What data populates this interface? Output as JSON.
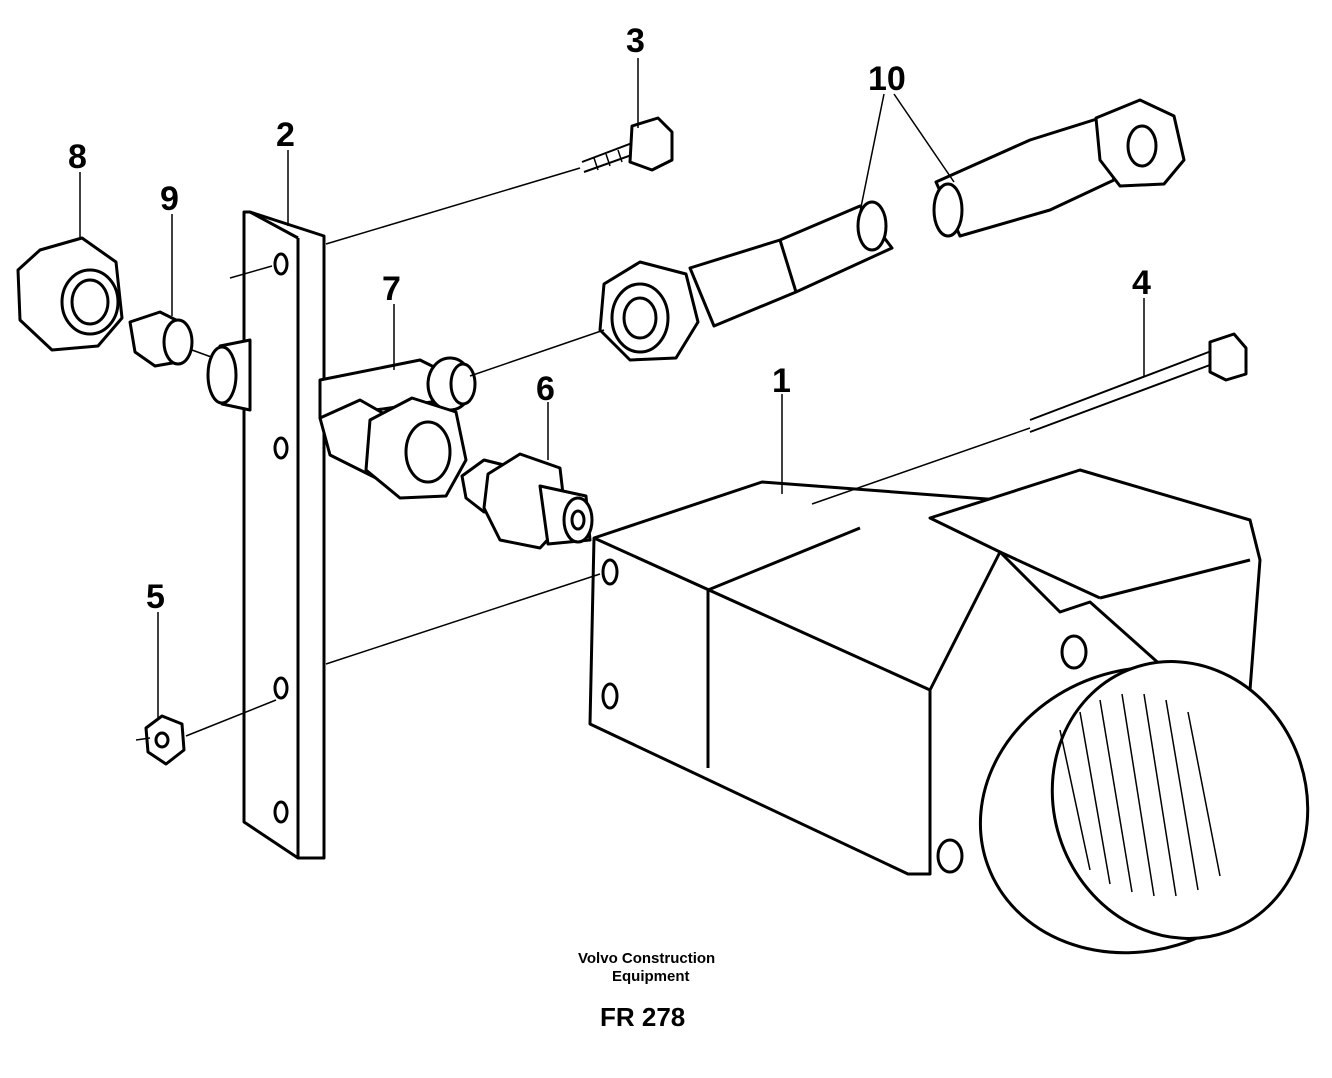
{
  "callouts": {
    "c1": "1",
    "c2": "2",
    "c3": "3",
    "c4": "4",
    "c5": "5",
    "c6": "6",
    "c7": "7",
    "c8": "8",
    "c9": "9",
    "c10": "10"
  },
  "caption": {
    "line1": "Volvo Construction",
    "line2": "Equipment",
    "code": "FR 278"
  }
}
